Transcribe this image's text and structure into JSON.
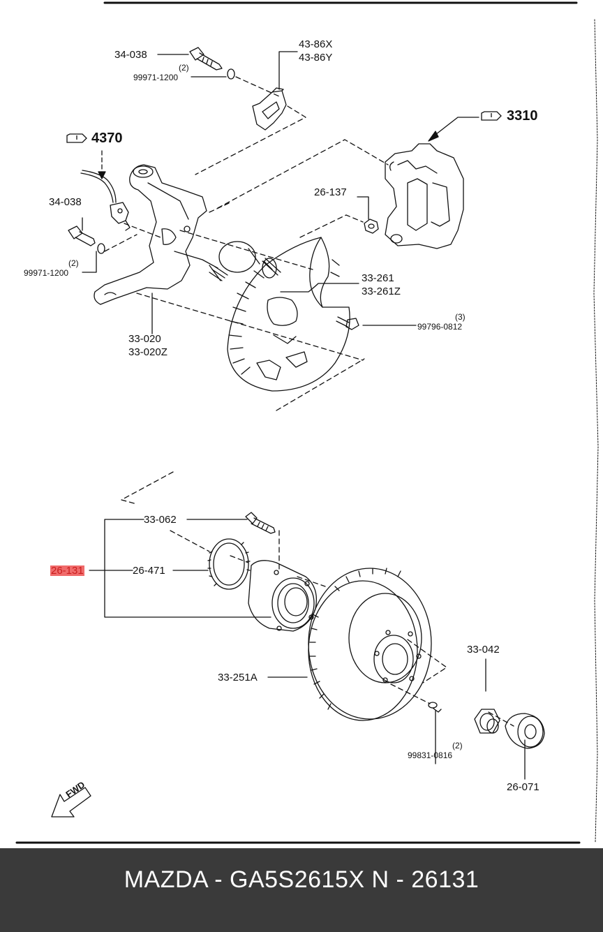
{
  "labels": {
    "p1": "34-038",
    "p2q": "(2)",
    "p2": "99971-1200",
    "p3": "43-86X",
    "p4": "43-86Y",
    "ref4370": "4370",
    "ref3310": "3310",
    "p5": "34-038",
    "p6": "26-137",
    "p7q": "(2)",
    "p7": "99971-1200",
    "p8": "33-261",
    "p9": "33-261Z",
    "p10q": "(3)",
    "p10": "99796-0812",
    "p11": "33-020",
    "p12": "33-020Z",
    "p13": "33-062",
    "p14": "26-131",
    "p15": "26-471",
    "p16": "33-042",
    "p17": "33-251A",
    "p18q": "(2)",
    "p18": "99831-0816",
    "p19": "26-071",
    "fwd": "FWD"
  },
  "footer": {
    "text": "MAZDA - GA5S2615X   N - 26131"
  },
  "colors": {
    "highlight": "#f06b6b",
    "highlight_text": "#c81e1e",
    "footer_bg": "#3a3a3a",
    "line": "#111111"
  }
}
